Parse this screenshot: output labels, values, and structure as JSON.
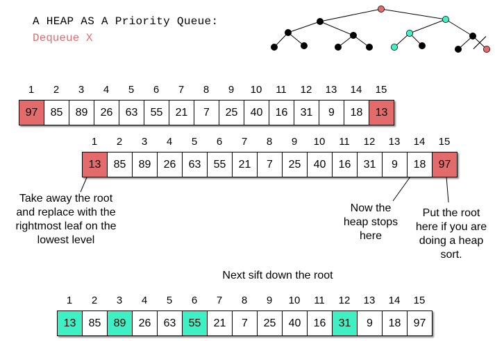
{
  "title": "A HEAP AS A Priority Queue:",
  "subtitle": "Dequeue X",
  "colors": {
    "highlight_red": "#e46b6b",
    "highlight_teal": "#3ff0c4"
  },
  "indices": [
    "1",
    "2",
    "3",
    "4",
    "5",
    "6",
    "7",
    "8",
    "9",
    "10",
    "11",
    "12",
    "13",
    "14",
    "15"
  ],
  "arrays": [
    {
      "name": "original",
      "values": [
        "97",
        "85",
        "89",
        "26",
        "63",
        "55",
        "21",
        "7",
        "25",
        "40",
        "16",
        "31",
        "9",
        "18",
        "13"
      ],
      "highlight": {
        "red": [
          0,
          14
        ],
        "teal": []
      }
    },
    {
      "name": "after-swap",
      "values": [
        "13",
        "85",
        "89",
        "26",
        "63",
        "55",
        "21",
        "7",
        "25",
        "40",
        "16",
        "31",
        "9",
        "18",
        "97"
      ],
      "highlight": {
        "red": [
          0,
          14
        ],
        "teal": []
      }
    },
    {
      "name": "sift-down",
      "values": [
        "13",
        "85",
        "89",
        "26",
        "63",
        "55",
        "21",
        "7",
        "25",
        "40",
        "16",
        "31",
        "9",
        "18",
        "97"
      ],
      "highlight": {
        "red": [],
        "teal": [
          0,
          2,
          5,
          11
        ]
      }
    }
  ],
  "notes": {
    "replace_root": "Take away the root and replace with the rightmost leaf on the lowest level",
    "heap_stops": "Now the heap stops here",
    "put_root": "Put the root here if you are doing a heap sort.",
    "sift_down": "Next sift down the root"
  },
  "tree": {
    "node_colors": [
      "red",
      "black",
      "teal",
      "black",
      "black",
      "teal",
      "black",
      "black",
      "black",
      "black",
      "black",
      "teal",
      "black",
      "black",
      "red"
    ],
    "crossed_node": 14
  }
}
